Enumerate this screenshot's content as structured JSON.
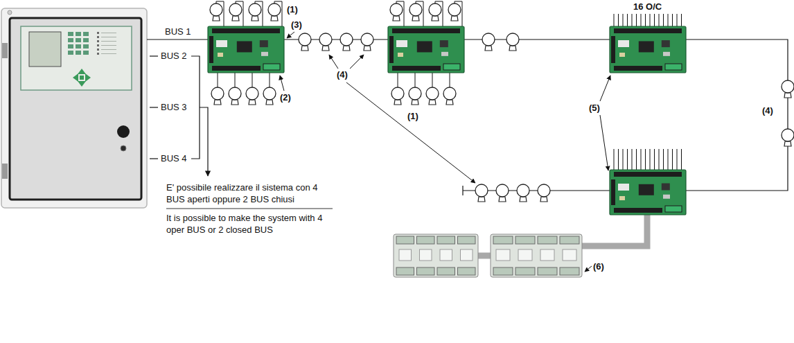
{
  "diagram": {
    "labels": [
      "(1)",
      "(3)",
      "16 O/C",
      "BUS 1",
      "BUS 2",
      "BUS 3",
      "BUS 4",
      "(2)",
      "(4)",
      "(1)",
      "(5)",
      "(4)",
      "(6)",
      "E' possibile realizzare il sistema con 4 BUS aperti oppure 2 BUS chiusi",
      "It is possible to make the system with 4 oper BUS or 2 closed BUS"
    ]
  }
}
